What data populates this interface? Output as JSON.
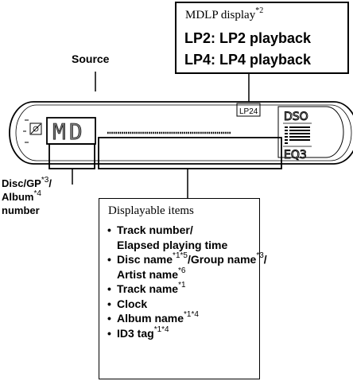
{
  "mdlp": {
    "title": "MDLP display",
    "title_note": "*2",
    "lp2": "LP2: LP2 playback",
    "lp4": "LP4: LP4 playback"
  },
  "source_label": "Source",
  "display": {
    "source_text": "MD",
    "lp_indicator": "LP24",
    "dso_label": "DSO",
    "eq_label": "EQ3"
  },
  "disc_label": {
    "line1": "Disc/GP",
    "line1_note": "*3",
    "line1_end": "/",
    "line2": "Album",
    "line2_note": "*4",
    "line3": "number"
  },
  "displayable": {
    "title": "Displayable items",
    "bullet": "•",
    "items": [
      {
        "text": "Track number/",
        "cont": "Elapsed playing time"
      },
      {
        "text": "Disc name",
        "note": "*1*5",
        "text2": "/Group name",
        "note2": "*3",
        "text3": "/",
        "cont": "Artist name",
        "cont_note": "*6"
      },
      {
        "text": "Track name",
        "note": "*1"
      },
      {
        "text": "Clock"
      },
      {
        "text": "Album name",
        "note": "*1*4"
      },
      {
        "text": "ID3 tag",
        "note": "*1*4"
      }
    ]
  },
  "colors": {
    "line": "#000000",
    "display_fill": "#ffffff",
    "segment_gray": "#666666"
  }
}
